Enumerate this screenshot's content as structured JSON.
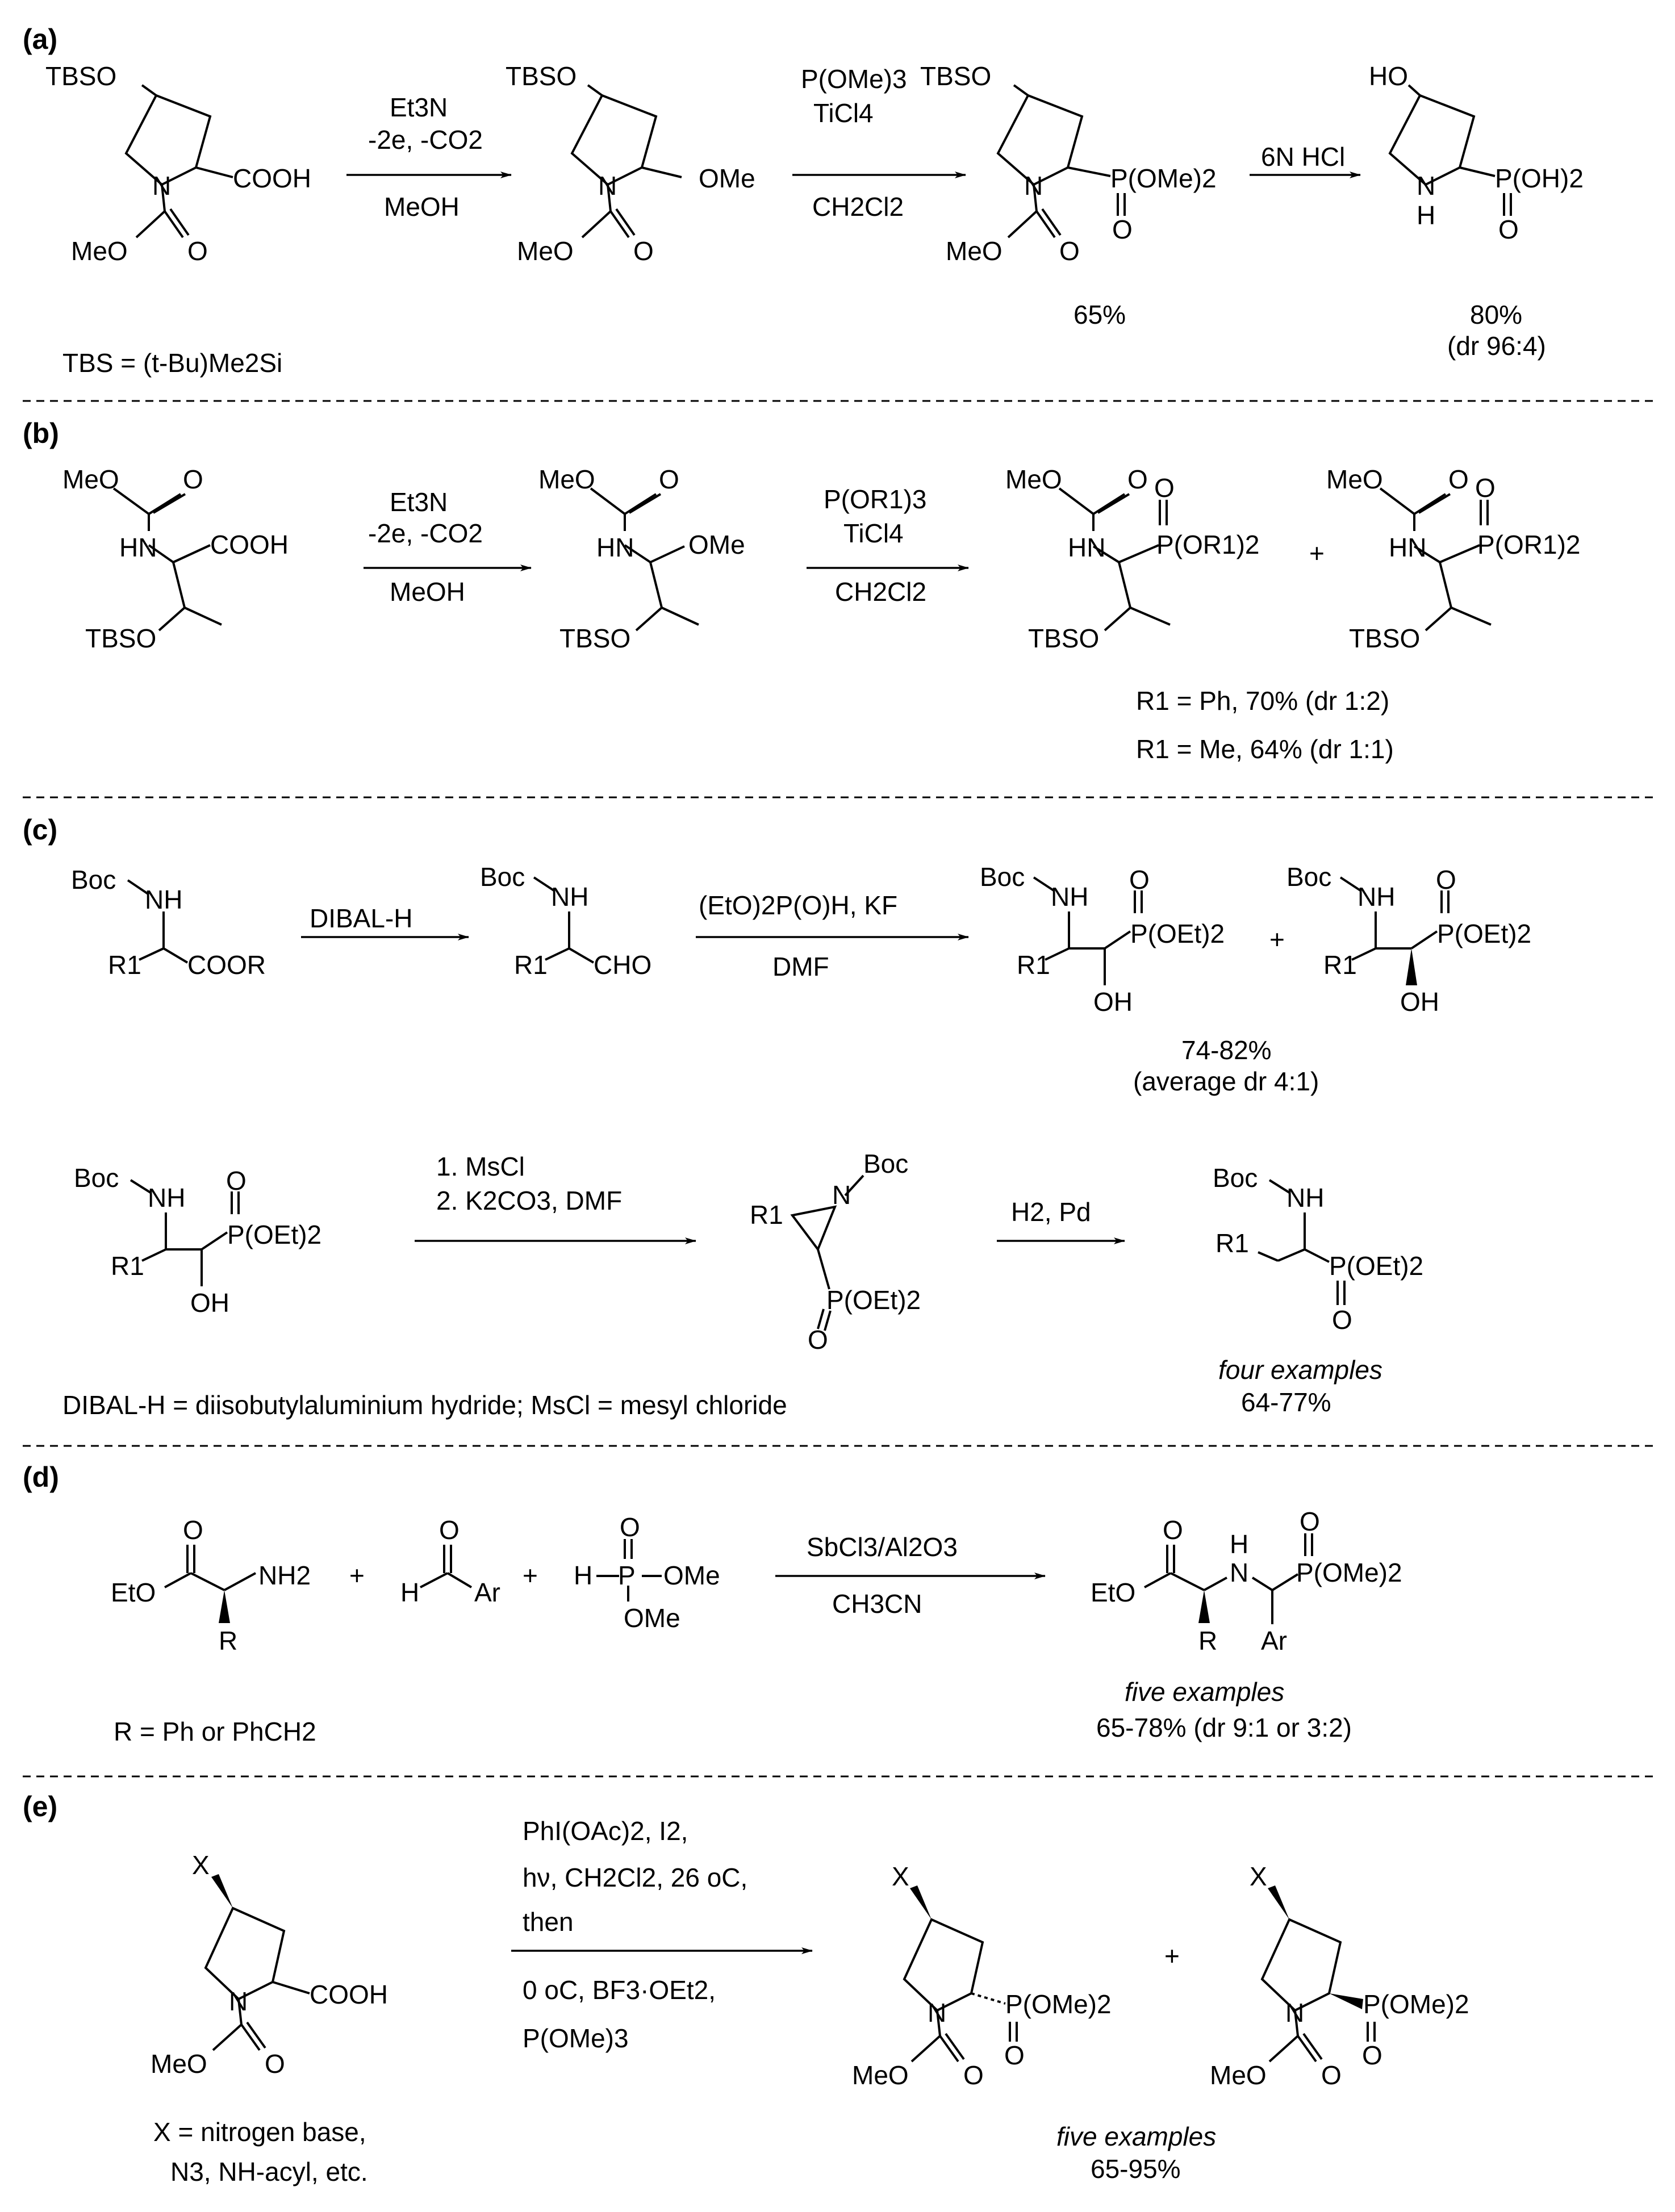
{
  "panels": {
    "a": "(a)",
    "b": "(b)",
    "c": "(c)",
    "d": "(d)",
    "e": "(e)"
  },
  "a": {
    "r1_tbso": "TBSO",
    "r1_cooh": "COOH",
    "r1_n": "N",
    "r1_meo": "MeO",
    "r1_o": "O",
    "cond1_l1": "Et3N",
    "cond1_l2": "-2e, -CO2",
    "cond1_l3": "MeOH",
    "i1_tbso": "TBSO",
    "i1_ome": "OMe",
    "i1_n": "N",
    "i1_meo": "MeO",
    "i1_o": "O",
    "cond2_l1": "P(OMe)3",
    "cond2_l2": "TiCl4",
    "cond2_l3": "CH2Cl2",
    "p1_tbso": "TBSO",
    "p1_p": "P(OMe)2",
    "p1_o": "O",
    "p1_n": "N",
    "p1_meo": "MeO",
    "p1_oc": "O",
    "p1_yield": "65%",
    "cond3": "6N HCl",
    "p2_ho": "HO",
    "p2_p": "P(OH)2",
    "p2_o": "O",
    "p2_nh": "N",
    "p2_h": "H",
    "p2_yield": "80%",
    "p2_dr": "(dr 96:4)",
    "tbs_def": "TBS = (t-Bu)Me2Si"
  },
  "b": {
    "r_meo": "MeO",
    "r_o": "O",
    "r_hn": "HN",
    "r_cooh": "COOH",
    "r_tbso": "TBSO",
    "cond1_l1": "Et3N",
    "cond1_l2": "-2e, -CO2",
    "cond1_l3": "MeOH",
    "i_meo": "MeO",
    "i_o": "O",
    "i_hn": "HN",
    "i_ome": "OMe",
    "i_tbso": "TBSO",
    "cond2_l1": "P(OR1)3",
    "cond2_l2": "TiCl4",
    "cond2_l3": "CH2Cl2",
    "p1_meo": "MeO",
    "p1_o": "O",
    "p1_hn": "HN",
    "p1_po": "O",
    "p1_p": "P(OR1)2",
    "p1_tbso": "TBSO",
    "plus": "+",
    "p2_meo": "MeO",
    "p2_o": "O",
    "p2_hn": "HN",
    "p2_po": "O",
    "p2_p": "P(OR1)2",
    "p2_tbso": "TBSO",
    "res1": "R1 = Ph, 70% (dr 1:2)",
    "res2": "R1 = Me, 64% (dr 1:1)"
  },
  "c": {
    "r_boc": "Boc",
    "r_nh": "NH",
    "r_r1": "R1",
    "r_coor": "COOR",
    "cond1": "DIBAL-H",
    "i_boc": "Boc",
    "i_nh": "NH",
    "i_r1": "R1",
    "i_cho": "CHO",
    "cond2_l1": "(EtO)2P(O)H, KF",
    "cond2_l2": "DMF",
    "p1_boc": "Boc",
    "p1_nh": "NH",
    "p1_r1": "R1",
    "p1_o": "O",
    "p1_p": "P(OEt)2",
    "p1_oh": "OH",
    "plus": "+",
    "p2_boc": "Boc",
    "p2_nh": "NH",
    "p2_r1": "R1",
    "p2_o": "O",
    "p2_p": "P(OEt)2",
    "p2_oh": "OH",
    "yield": "74-82%",
    "dr": "(average dr 4:1)",
    "s_boc": "Boc",
    "s_nh": "NH",
    "s_r1": "R1",
    "s_o": "O",
    "s_p": "P(OEt)2",
    "s_oh": "OH",
    "cond3_l1": "1. MsCl",
    "cond3_l2": "2. K2CO3, DMF",
    "az_r1": "R1",
    "az_n": "N",
    "az_boc": "Boc",
    "az_p": "P(OEt)2",
    "az_o": "O",
    "cond4": "H2, Pd",
    "f_boc": "Boc",
    "f_nh": "NH",
    "f_r1": "R1",
    "f_p": "P(OEt)2",
    "f_o": "O",
    "f_examples": "four examples",
    "f_yield": "64-77%",
    "abbr": "DIBAL-H = diisobutylaluminium hydride; MsCl = mesyl chloride"
  },
  "d": {
    "a_o": "O",
    "a_eto": "EtO",
    "a_nh2": "NH2",
    "a_r": "R",
    "plus1": "+",
    "b_o": "O",
    "b_h": "H",
    "b_ar": "Ar",
    "plus2": "+",
    "c_o": "O",
    "c_h": "H",
    "c_p": "P",
    "c_ome1": "OMe",
    "c_ome2": "OMe",
    "cond_l1": "SbCl3/Al2O3",
    "cond_l2": "CH3CN",
    "p_o": "O",
    "p_eto": "EtO",
    "p_n": "N",
    "p_h": "H",
    "p_po": "O",
    "p_p": "P(OMe)2",
    "p_r": "R",
    "p_ar": "Ar",
    "r_def": "R = Ph or PhCH2",
    "examples": "five examples",
    "yield": "65-78% (dr 9:1 or 3:2)"
  },
  "e": {
    "r_x": "X",
    "r_n": "N",
    "r_cooh": "COOH",
    "r_meo": "MeO",
    "r_o": "O",
    "x_def1": "X = nitrogen base,",
    "x_def2": "N3, NH-acyl, etc.",
    "cond_l1": "PhI(OAc)2, I2,",
    "cond_l2": "hν, CH2Cl2, 26 oC,",
    "cond_l3": "then",
    "cond_l4": "0 oC, BF3·OEt2,",
    "cond_l5": "P(OMe)3",
    "p1_x": "X",
    "p1_n": "N",
    "p1_p": "P(OMe)2",
    "p1_o": "O",
    "p1_meo": "MeO",
    "p1_oc": "O",
    "plus": "+",
    "p2_x": "X",
    "p2_n": "N",
    "p2_p": "P(OMe)2",
    "p2_o": "O",
    "p2_meo": "MeO",
    "p2_oc": "O",
    "examples": "five examples",
    "yield": "65-95%"
  }
}
